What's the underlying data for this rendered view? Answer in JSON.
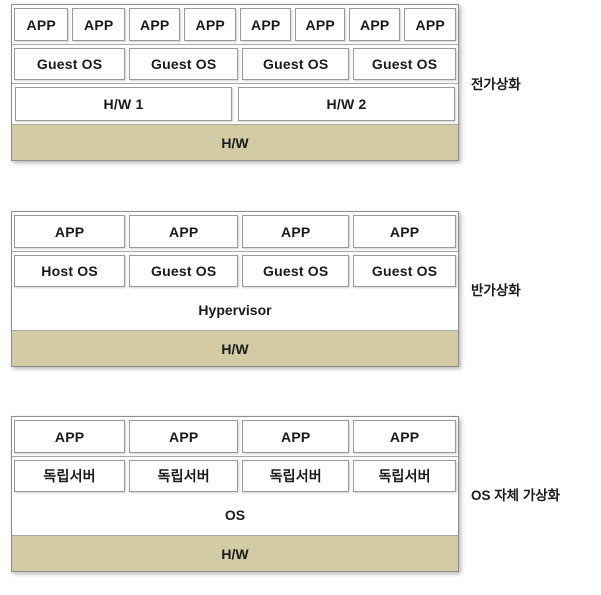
{
  "diagrams": [
    {
      "id": "full-virtualization",
      "caption": "전가상화",
      "bands": [
        {
          "name": "app-band",
          "cells": [
            {
              "label": "APP"
            },
            {
              "label": "APP"
            },
            {
              "label": "APP"
            },
            {
              "label": "APP"
            },
            {
              "label": "APP"
            },
            {
              "label": "APP"
            },
            {
              "label": "APP"
            },
            {
              "label": "APP"
            }
          ]
        },
        {
          "name": "guest-os-band",
          "cells": [
            {
              "label": "Guest OS"
            },
            {
              "label": "Guest OS"
            },
            {
              "label": "Guest OS"
            },
            {
              "label": "Guest OS"
            }
          ]
        },
        {
          "name": "hardware-node-band",
          "cells": [
            {
              "label": "H/W 1"
            },
            {
              "label": "H/W 2"
            }
          ]
        }
      ],
      "hardware": "H/W"
    },
    {
      "id": "para-virtualization",
      "caption": "반가상화",
      "bands": [
        {
          "name": "app-band",
          "cells": [
            {
              "label": "APP"
            },
            {
              "label": "APP"
            },
            {
              "label": "APP"
            },
            {
              "label": "APP"
            }
          ]
        },
        {
          "name": "os-band",
          "cells": [
            {
              "label": "Host OS"
            },
            {
              "label": "Guest OS"
            },
            {
              "label": "Guest OS"
            },
            {
              "label": "Guest OS"
            }
          ]
        }
      ],
      "middle_layer": "Hypervisor",
      "hardware": "H/W"
    },
    {
      "id": "os-level-virtualization",
      "caption": "OS 자체 가상화",
      "bands": [
        {
          "name": "app-band",
          "cells": [
            {
              "label": "APP"
            },
            {
              "label": "APP"
            },
            {
              "label": "APP"
            },
            {
              "label": "APP"
            }
          ]
        },
        {
          "name": "container-band",
          "cells": [
            {
              "label": "독립서버"
            },
            {
              "label": "독립서버"
            },
            {
              "label": "독립서버"
            },
            {
              "label": "독립서버"
            }
          ]
        }
      ],
      "middle_layer": "OS",
      "hardware": "H/W"
    }
  ],
  "colors": {
    "hardware_band": "#d2cba4",
    "cell_background": "#ffffff",
    "border": "#9a9a9a",
    "text": "#1a1a1a"
  }
}
